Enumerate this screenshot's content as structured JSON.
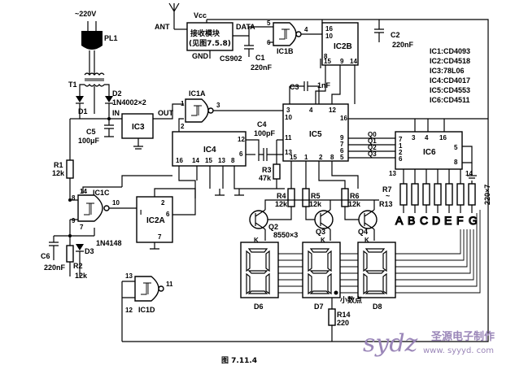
{
  "labels": {
    "mains": "~220V",
    "plug": "PL1",
    "transformer": "T1",
    "d1": "D1",
    "d2": "D2",
    "d2_type": "1N4002×2",
    "in": "IN",
    "out": "OUT",
    "ic3": "IC3",
    "c5": "C5",
    "c5_val": "100μF",
    "r1": "R1",
    "r1_val": "12k",
    "ant": "ANT",
    "vcc": "Vcc",
    "module_line1": "接收模块",
    "module_line2": "(见图7.5.8)",
    "data": "DATA",
    "gnd": "GND",
    "cs902": "CS902",
    "c1": "C1",
    "c1_val": "220nF",
    "ic1b": "IC1B",
    "ic2b": "IC2B",
    "c2": "C2",
    "c2_val": "220nF",
    "ic1a": "IC1A",
    "ic4": "IC4",
    "c4": "C4",
    "c4_val": "100pF",
    "c3": "C3",
    "c3_val": "1nF",
    "ic5": "IC5",
    "r3": "R3",
    "r3_val": "47k",
    "ic6": "IC6",
    "q0": "Q0",
    "q1": "Q1",
    "q2_out": "Q2",
    "q3_out": "Q3",
    "ic1c": "IC1C",
    "ic2a": "IC2A",
    "in_i": "I",
    "r4": "R4",
    "r4_val": "12k",
    "r5": "R5",
    "r5_val": "12k",
    "r6": "R6",
    "r6_val": "12k",
    "r7": "R7",
    "r7_tilde": "~",
    "r13": "R13",
    "r_arr": "220×7",
    "q2": "Q2",
    "q3": "Q3",
    "q4": "Q4",
    "q_type": "8550×3",
    "k": "K",
    "seg_letters": [
      "A",
      "B",
      "C",
      "D",
      "E",
      "F",
      "G"
    ],
    "c6": "C6",
    "c6_val": "220nF",
    "r2": "R2",
    "r2_val": "12k",
    "d3": "D3",
    "d3_type": "1N4148",
    "ic1d": "IC1D",
    "d6": "D6",
    "d7": "D7",
    "d8": "D8",
    "dp": "小数点",
    "r14": "R14",
    "r14_val": "220",
    "caption": "图 7.11.4"
  },
  "ic_list": [
    "IC1:CD4093",
    "IC2:CD4518",
    "IC3:78L06",
    "IC4:CD4017",
    "IC5:CD4553",
    "IC6:CD4511"
  ],
  "watermark": {
    "logo": "sydz",
    "name": "圣源电子制作",
    "url": "www. syyyd. com"
  },
  "colors": {
    "ink": "#000000",
    "watermark": "#9a86b8"
  }
}
